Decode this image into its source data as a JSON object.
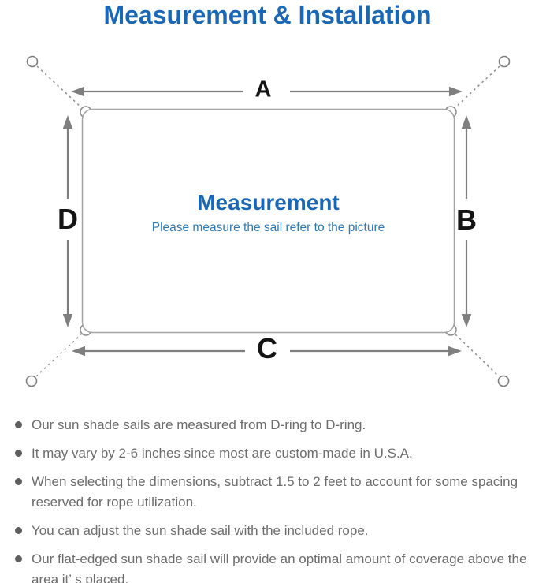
{
  "colors": {
    "accent_blue": "#1a68b5",
    "subtitle_blue": "#2d7ab8",
    "line_gray": "#7f7f7f",
    "text_gray": "#6c6c6c"
  },
  "title": "Measurement & Installation",
  "diagram": {
    "labels": {
      "top": "A",
      "right": "B",
      "bottom": "C",
      "left": "D"
    },
    "center": {
      "title": "Measurement",
      "subtitle": "Please measure the sail refer to the picture"
    }
  },
  "notes": {
    "items": [
      "Our sun shade sails are measured from D-ring to D-ring.",
      "It may vary by 2-6 inches since most are custom-made in U.S.A.",
      "When selecting the dimensions, subtract 1.5 to 2 feet to account for some spacing reserved for rope utilization.",
      "You can adjust the sun shade sail with the included rope.",
      "Our flat-edged sun shade sail will provide an optimal amount of coverage above the area it’ s placed."
    ]
  }
}
